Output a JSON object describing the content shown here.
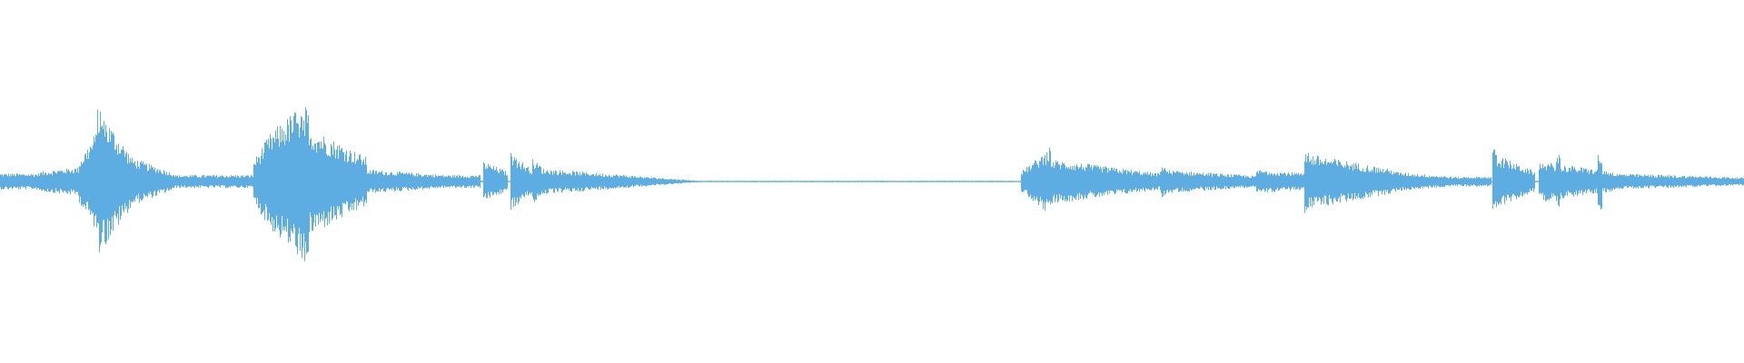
{
  "waveform": {
    "color": "#5DADE2",
    "background": "#FFFFFF",
    "segments": [
      {
        "from": 0.0,
        "to": 0.022,
        "amp_from": 0.1,
        "amp_to": 0.1
      },
      {
        "from": 0.022,
        "to": 0.045,
        "amp_from": 0.12,
        "amp_to": 0.18
      },
      {
        "from": 0.045,
        "to": 0.06,
        "amp_from": 0.25,
        "amp_to": 0.8
      },
      {
        "from": 0.06,
        "to": 0.075,
        "amp_from": 0.8,
        "amp_to": 0.32
      },
      {
        "from": 0.075,
        "to": 0.1,
        "amp_from": 0.3,
        "amp_to": 0.1
      },
      {
        "from": 0.1,
        "to": 0.145,
        "amp_from": 0.08,
        "amp_to": 0.08
      },
      {
        "from": 0.145,
        "to": 0.155,
        "amp_from": 0.25,
        "amp_to": 0.6
      },
      {
        "from": 0.155,
        "to": 0.175,
        "amp_from": 0.6,
        "amp_to": 1.0
      },
      {
        "from": 0.175,
        "to": 0.21,
        "amp_from": 0.7,
        "amp_to": 0.3
      },
      {
        "from": 0.21,
        "to": 0.255,
        "amp_from": 0.15,
        "amp_to": 0.08
      },
      {
        "from": 0.255,
        "to": 0.275,
        "amp_from": 0.08,
        "amp_to": 0.08
      },
      {
        "from": 0.277,
        "to": 0.291,
        "amp_from": 0.25,
        "amp_to": 0.12
      },
      {
        "from": 0.293,
        "to": 0.305,
        "amp_from": 0.35,
        "amp_to": 0.15
      },
      {
        "from": 0.305,
        "to": 0.31,
        "amp_from": 0.28,
        "amp_to": 0.2
      },
      {
        "from": 0.31,
        "to": 0.4,
        "amp_from": 0.16,
        "amp_to": 0.01
      },
      {
        "from": 0.4,
        "to": 0.585,
        "amp_from": 0.01,
        "amp_to": 0.01
      },
      {
        "from": 0.585,
        "to": 0.6,
        "amp_from": 0.12,
        "amp_to": 0.38
      },
      {
        "from": 0.6,
        "to": 0.665,
        "amp_from": 0.28,
        "amp_to": 0.1
      },
      {
        "from": 0.665,
        "to": 0.72,
        "amp_from": 0.15,
        "amp_to": 0.07
      },
      {
        "from": 0.72,
        "to": 0.748,
        "amp_from": 0.15,
        "amp_to": 0.1
      },
      {
        "from": 0.748,
        "to": 0.8,
        "amp_from": 0.35,
        "amp_to": 0.14
      },
      {
        "from": 0.8,
        "to": 0.838,
        "amp_from": 0.12,
        "amp_to": 0.05
      },
      {
        "from": 0.838,
        "to": 0.855,
        "amp_from": 0.06,
        "amp_to": 0.06
      },
      {
        "from": 0.856,
        "to": 0.88,
        "amp_from": 0.35,
        "amp_to": 0.12
      },
      {
        "from": 0.882,
        "to": 0.925,
        "amp_from": 0.25,
        "amp_to": 0.12
      },
      {
        "from": 0.925,
        "to": 1.0,
        "amp_from": 0.1,
        "amp_to": 0.05
      }
    ],
    "bursts": [
      {
        "at": 0.056,
        "amp": 0.9
      },
      {
        "at": 0.059,
        "amp": 0.85
      },
      {
        "at": 0.172,
        "amp": 1.0
      },
      {
        "at": 0.176,
        "amp": 0.95
      },
      {
        "at": 0.294,
        "amp": 0.4
      },
      {
        "at": 0.601,
        "amp": 0.42
      },
      {
        "at": 0.667,
        "amp": 0.22
      },
      {
        "at": 0.749,
        "amp": 0.42
      },
      {
        "at": 0.857,
        "amp": 0.42
      },
      {
        "at": 0.893,
        "amp": 0.35
      },
      {
        "at": 0.917,
        "amp": 0.38
      }
    ]
  }
}
